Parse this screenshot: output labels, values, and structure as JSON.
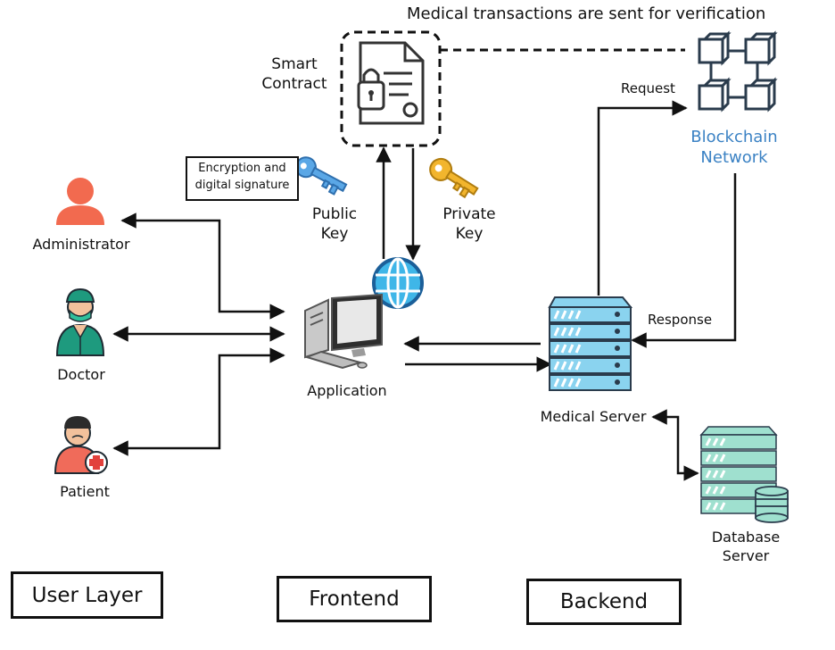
{
  "title": "Medical transactions are sent for verification",
  "nodes": {
    "smart_contract": {
      "line1": "Smart",
      "line2": "Contract"
    },
    "public_key": {
      "line1": "Public",
      "line2": "Key"
    },
    "private_key": {
      "line1": "Private",
      "line2": "Key"
    },
    "encryption_note": {
      "line1": "Encryption and",
      "line2": "digital signature"
    },
    "administrator": "Administrator",
    "doctor": "Doctor",
    "patient": "Patient",
    "application": "Application",
    "medical_server": "Medical Server",
    "database_server": {
      "line1": "Database",
      "line2": "Server"
    },
    "blockchain": {
      "line1": "Blockchain",
      "line2": "Network"
    }
  },
  "edges": {
    "request": "Request",
    "response": "Response"
  },
  "layers": {
    "user": "User Layer",
    "frontend": "Frontend",
    "backend": "Backend"
  },
  "colors": {
    "admin_orange": "#f26a4f",
    "doctor_green": "#1e9a7e",
    "blockchain_blue": "#3b82c4",
    "server_blue": "#8ad3ef",
    "database_green": "#9fe0cf",
    "globe_blue": "#3fb6e8",
    "key_blue": "#5aa7e6",
    "key_gold": "#f2b52d"
  },
  "icons": [
    "person-icon",
    "doctor-icon",
    "patient-icon",
    "computer-icon",
    "globe-icon",
    "contract-icon",
    "key-icon",
    "blockchain-icon",
    "server-icon",
    "database-icon"
  ]
}
